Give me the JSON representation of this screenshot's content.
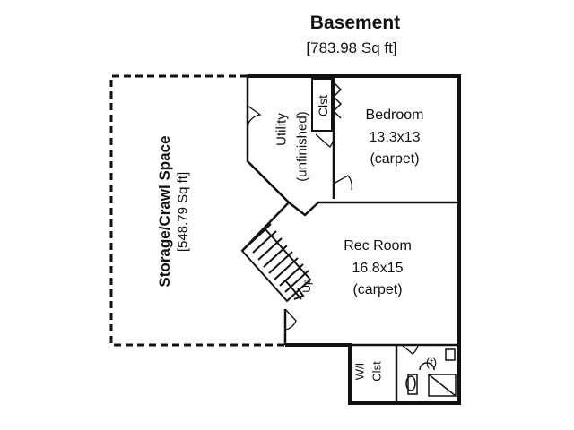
{
  "plan": {
    "title": "Basement",
    "area": "[783.98 Sq ft]"
  },
  "rooms": {
    "storage": {
      "name": "Storage/Crawl Space",
      "area": "[548.79 Sq ft]"
    },
    "utility": {
      "name": "Utility",
      "note": "(unfinished)"
    },
    "closet": {
      "name": "Clst"
    },
    "bedroom": {
      "name": "Bedroom",
      "dims": "13.3x13",
      "floor": "(carpet)"
    },
    "rec_room": {
      "name": "Rec Room",
      "dims": "16.8x15",
      "floor": "(carpet)"
    },
    "walkin_closet": {
      "line1": "W/I",
      "line2": "Clst"
    },
    "bath": {
      "tub_label": "(t)"
    },
    "stairs": {
      "label": "Up"
    }
  },
  "colors": {
    "wall": "#111111",
    "background": "#ffffff"
  }
}
